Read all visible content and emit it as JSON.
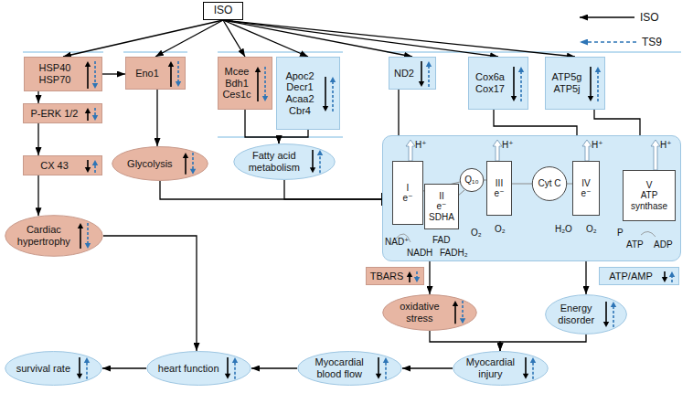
{
  "diagram": {
    "nodes": [
      {
        "text": [
          "ISO"
        ]
      },
      {
        "text": [
          "HSP40 HSP70"
        ]
      },
      {
        "text": [
          "Eno1"
        ]
      },
      {
        "text": [
          "Mcee Bdh1 Ces1c"
        ]
      },
      {
        "text": [
          "Apoc2 Decr1 Acaa2 Cbr4"
        ]
      },
      {
        "text": [
          "ND2"
        ]
      },
      {
        "text": [
          "Cox6a Cox17"
        ]
      },
      {
        "text": [
          "ATP5g ATP5j"
        ]
      },
      {
        "text": [
          "P-ERK 1/2"
        ]
      },
      {
        "text": [
          "Glycolysis"
        ]
      },
      {
        "text": [
          "Fatty acid metabolism"
        ]
      },
      {
        "text": [
          "CX 43"
        ]
      },
      {
        "text": [
          "H⁺",
          "H⁺",
          "H⁺",
          "H⁺",
          "NAD⁺",
          "NADH",
          "FAD",
          "FADH₂",
          "O₂",
          "O₂",
          "H₂O",
          "O₂",
          "P",
          "ATP",
          "ADP"
        ]
      },
      {
        "text": [
          "I",
          "e⁻"
        ],
        "in": 12
      },
      {
        "text": [
          "II",
          "e⁻",
          "SDHA"
        ],
        "in": 12
      },
      {
        "text": [
          "Q₁₀"
        ],
        "in": 12
      },
      {
        "text": [
          "III",
          "e⁻"
        ],
        "in": 12
      },
      {
        "text": [
          "Cyt C"
        ],
        "in": 12
      },
      {
        "text": [
          "IV",
          "e⁻"
        ],
        "in": 12
      },
      {
        "text": [
          "V",
          "ATP synthase"
        ],
        "in": 12
      },
      {
        "text": [
          "TBARS"
        ]
      },
      {
        "text": [
          "ATP/AMP"
        ]
      },
      {
        "text": [
          "Cardiac hypertrophy"
        ]
      },
      {
        "text": [
          "oxidative stress"
        ]
      },
      {
        "text": [
          "Energy disorder"
        ]
      },
      {
        "text": [
          "survival rate"
        ]
      },
      {
        "text": [
          "heart function"
        ]
      },
      {
        "text": [
          "Myocardial blood flow"
        ]
      },
      {
        "text": [
          "Myocardial injury"
        ]
      }
    ],
    "edges": [
      {
        "from": 0,
        "to": 1,
        "arrow": "to"
      },
      {
        "from": 0,
        "to": 2,
        "arrow": "to"
      },
      {
        "from": 0,
        "to": 3,
        "arrow": "to"
      },
      {
        "from": 0,
        "to": 4,
        "arrow": "to"
      },
      {
        "from": 0,
        "to": 5,
        "arrow": "to"
      },
      {
        "from": 0,
        "to": 6,
        "arrow": "to"
      },
      {
        "from": 0,
        "to": 7,
        "arrow": "to"
      },
      {
        "from": 1,
        "to": 2,
        "arrow": "to"
      },
      {
        "from": 1,
        "to": 8,
        "arrow": "to"
      },
      {
        "from": 2,
        "to": 9,
        "arrow": "to"
      },
      {
        "from": 3,
        "to": 10,
        "arrow": "to"
      },
      {
        "from": 4,
        "to": 10,
        "arrow": "to"
      },
      {
        "from": 8,
        "to": 11,
        "arrow": "to"
      },
      {
        "from": 11,
        "to": 22,
        "arrow": "to"
      },
      {
        "from": 9,
        "to": 12,
        "arrow": "to"
      },
      {
        "from": 10,
        "to": 12,
        "arrow": "to"
      },
      {
        "from": 5,
        "to": 13,
        "arrow": "to"
      },
      {
        "from": 6,
        "to": 18,
        "arrow": "to"
      },
      {
        "from": 7,
        "to": 19,
        "arrow": "to"
      },
      {
        "from": 12,
        "to": 23,
        "arrow": "to"
      },
      {
        "from": 12,
        "to": 24,
        "arrow": "to"
      },
      {
        "from": 23,
        "to": 28,
        "arrow": "to"
      },
      {
        "from": 24,
        "to": 28,
        "arrow": "to"
      },
      {
        "from": 28,
        "to": 27,
        "arrow": "to"
      },
      {
        "from": 27,
        "to": 26,
        "arrow": "to"
      },
      {
        "from": 22,
        "to": 26,
        "arrow": "to"
      },
      {
        "from": 26,
        "to": 25,
        "arrow": "to"
      }
    ],
    "legend": [
      {
        "text": "ISO"
      },
      {
        "text": "TS9"
      }
    ]
  }
}
